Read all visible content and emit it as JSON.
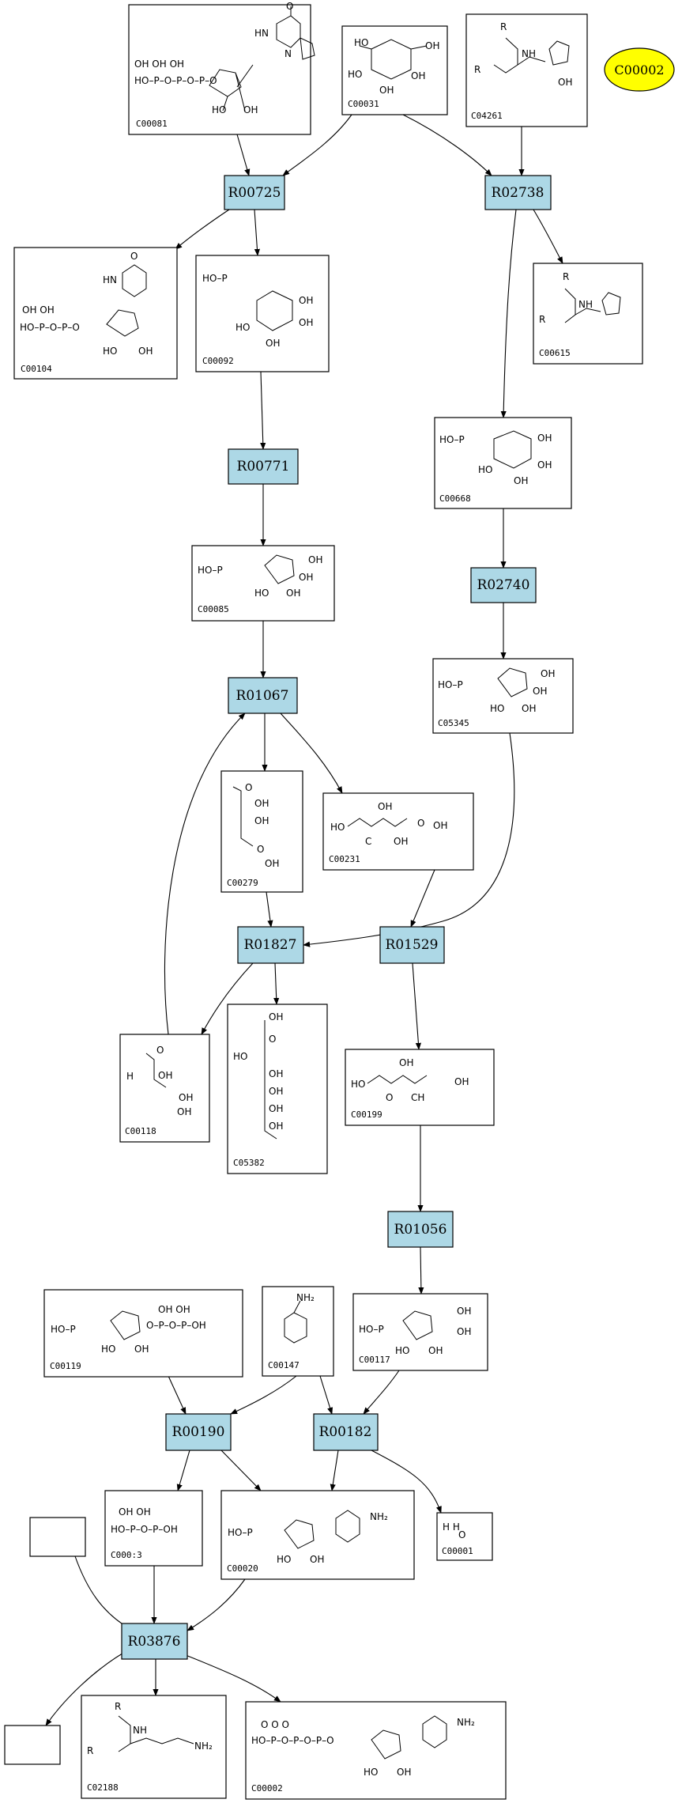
{
  "legend": {
    "compound": "C00002"
  },
  "reactions": {
    "R00725": "R00725",
    "R02738": "R02738",
    "R00771": "R00771",
    "R02740": "R02740",
    "R01067": "R01067",
    "R01827": "R01827",
    "R01529": "R01529",
    "R01056": "R01056",
    "R00190": "R00190",
    "R00182": "R00182",
    "R03876": "R03876"
  },
  "compounds": {
    "C00081": "C00081",
    "C00031": "C00031",
    "C04261": "C04261",
    "C00104": "C00104",
    "C00092": "C00092",
    "C00615": "C00615",
    "C00668": "C00668",
    "C00085": "C00085",
    "C05345": "C05345",
    "C00279": "C00279",
    "C00231": "C00231",
    "C00118": "C00118",
    "C05382": "C05382",
    "C00199": "C00199",
    "C00119": "C00119",
    "C00147": "C00147",
    "C00117": "C00117",
    "C00013": "C000:3",
    "C00020": "C00020",
    "C00001": "C00001",
    "C02188": "C02188",
    "C00002": "C00002"
  },
  "structures": {
    "oh": "OH",
    "ho": "HO",
    "ho_p": "HO–P",
    "o": "O",
    "h": "H",
    "r": "R",
    "nh": "NH",
    "nh2": "NH₂",
    "ch": "CH",
    "c": "C",
    "n": "N",
    "hn": "HN",
    "c00081_a": "OH  OH  OH",
    "c00081_b": "HO–P–O–P–O–P–O",
    "c00104_a": "OH  OH",
    "c00104_b": "HO–P–O–P–O",
    "c00119_a": "OH   OH",
    "c00119_b": "O–P–O–P–OH",
    "c00013_a": "OH  OH",
    "c00013_b": "HO–P–O–P–OH",
    "c00002_a": "O   O   O",
    "c00002_b": "HO–P–O–P–O–P–O",
    "water": "H   H"
  }
}
